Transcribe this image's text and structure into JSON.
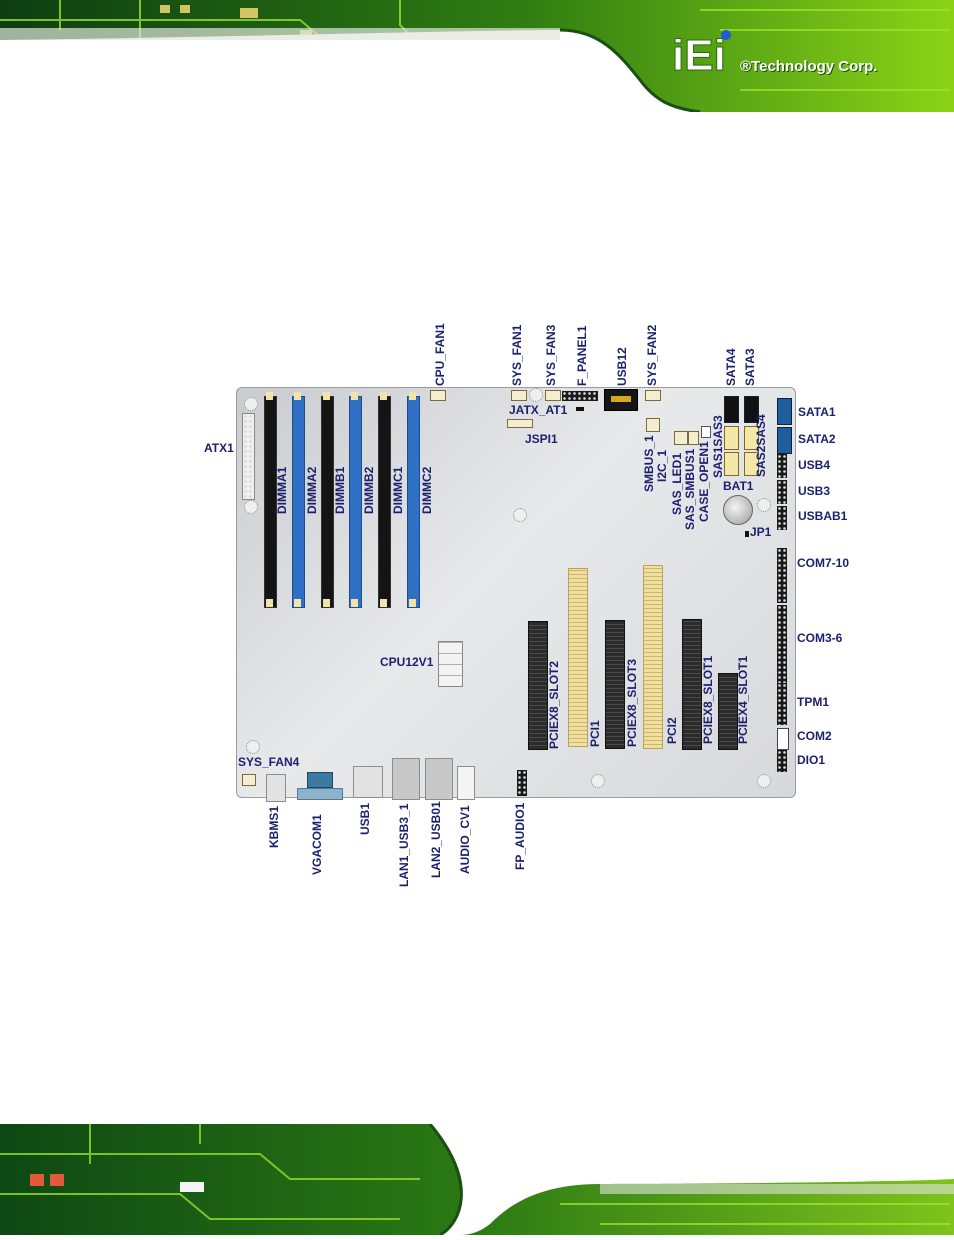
{
  "brand": {
    "logo_text": "iEi",
    "company": "®Technology Corp."
  },
  "labels": {
    "cpu_fan1": "CPU_FAN1",
    "sys_fan1": "SYS_FAN1",
    "sys_fan3": "SYS_FAN3",
    "f_panel1": "F_PANEL1",
    "usb12": "USB12",
    "sys_fan2": "SYS_FAN2",
    "sata4": "SATA4",
    "sata3": "SATA3",
    "sata1": "SATA1",
    "sata2": "SATA2",
    "usb4": "USB4",
    "usb3": "USB3",
    "usbab1": "USBAB1",
    "com7_10": "COM7-10",
    "com3_6": "COM3-6",
    "tpm1": "TPM1",
    "com2": "COM2",
    "dio1": "DIO1",
    "atx1": "ATX1",
    "jatx_at1": "JATX_AT1",
    "jspi1": "JSPI1",
    "smbus_1": "SMBUS_1",
    "i2c_1": "I2C_1",
    "sas_led1": "SAS_LED1",
    "sas_smbus1": "SAS_SMBUS1",
    "case_open1": "CASE_OPEN1",
    "sas1sas3": "SAS1SAS3",
    "sas2sas4": "SAS2SAS4",
    "bat1": "BAT1",
    "jp1": "JP1",
    "dimma1": "DIMMA1",
    "dimma2": "DIMMA2",
    "dimmb1": "DIMMB1",
    "dimmb2": "DIMMB2",
    "dimmc1": "DIMMC1",
    "dimmc2": "DIMMC2",
    "cpu12v1": "CPU12V1",
    "pciex8_slot2": "PCIEX8_SLOT2",
    "pci1": "PCI1",
    "pciex8_slot3": "PCIEX8_SLOT3",
    "pci2": "PCI2",
    "pciex8_slot1": "PCIEX8_SLOT1",
    "pciex4_slot1": "PCIEX4_SLOT1",
    "sys_fan4": "SYS_FAN4",
    "kbms1": "KBMS1",
    "vgacom1": "VGACOM1",
    "usb1": "USB1",
    "lan1_usb3_1": "LAN1_USB3_1",
    "lan2_usb01": "LAN2_USB01",
    "audio_cv1": "AUDIO_CV1",
    "fp_audio1": "FP_AUDIO1"
  },
  "colors": {
    "pcb_green": "#7fc31c",
    "label_navy": "#1c1f6e",
    "dimm_blue": "#2f6fc4",
    "sata_blue": "#1f5e9e"
  }
}
